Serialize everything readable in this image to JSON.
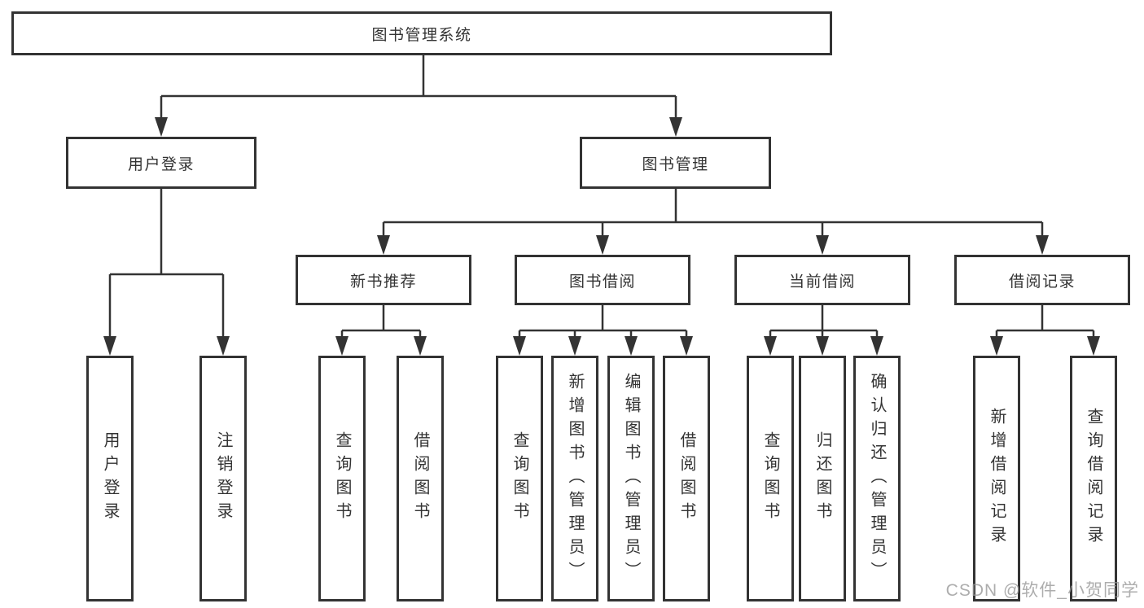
{
  "diagram": {
    "title_node": "图书管理系统",
    "level2": {
      "user_login": "用户登录",
      "book_management": "图书管理"
    },
    "level3": {
      "new_book_recommend": "新书推荐",
      "book_borrow": "图书借阅",
      "current_borrow": "当前借阅",
      "borrow_records": "借阅记录"
    },
    "leaves": {
      "a1": "用户登录",
      "a2": "注销登录",
      "b1": "查询图书",
      "b2": "借阅图书",
      "c1": "查询图书",
      "c2": "新增图书（管理员）",
      "c3": "编辑图书（管理员）",
      "c4": "借阅图书",
      "d1": "查询图书",
      "d2": "归还图书",
      "d3": "确认归还（管理员）",
      "e1": "新增借阅记录",
      "e2": "查询借阅记录"
    }
  },
  "watermark": "CSDN @软件_小贺同学",
  "colors": {
    "line": "#333333",
    "box_fill": "#ffffff",
    "text": "#333333",
    "watermark": "#969696"
  }
}
